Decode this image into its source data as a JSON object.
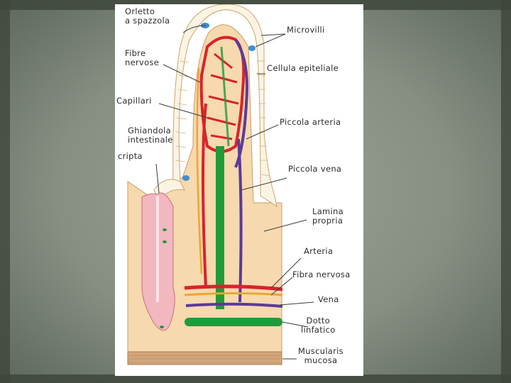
{
  "diagram": {
    "labels": {
      "orletto": [
        "Orletto",
        "a spazzola"
      ],
      "microvilli": "Microvilli",
      "fibre_nervose": [
        "Fibre",
        "nervose"
      ],
      "cellula_epiteliale": "Cellula epiteliale",
      "capillari": "Capillari",
      "ghiandola": [
        "Ghiandola",
        "intestinale"
      ],
      "cripta": "cripta",
      "piccola_arteria": "Piccola arteria",
      "piccola_vena": "Piccola vena",
      "lamina_propria": [
        "Lamina",
        "propria"
      ],
      "arteria": "Arteria",
      "fibra_nervosa": "Fibra nervosa",
      "vena": "Vena",
      "dotto_linfatico": [
        "Dotto",
        "linfatico"
      ],
      "muscularis_mucosa": [
        "Muscularis",
        "mucosa"
      ]
    },
    "colors": {
      "tissue": "#f6d9ae",
      "epithelium": "#fbf4e4",
      "artery": "#d9232a",
      "vein": "#5b3a9a",
      "lymph": "#1f9b3a",
      "nerve": "#f0a431",
      "crypt": "#f2b7bf",
      "muscle": "#d3a77b",
      "highlight": "#3f8fd0"
    }
  }
}
